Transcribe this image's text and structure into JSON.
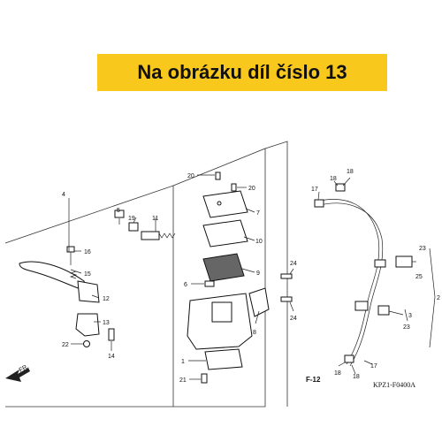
{
  "banner": {
    "text": "Na obrázku díl číslo 13",
    "color": "#f8c81c"
  },
  "diagram_code": "KPZ1-F0400A",
  "front_marker": "FR.",
  "frame_ref": "F-12",
  "callouts": {
    "c1": "1",
    "c2": "2",
    "c3": "3",
    "c4": "4",
    "c5": "5",
    "c6": "6",
    "c7": "7",
    "c8": "8",
    "c9": "9",
    "c10": "10",
    "c11": "11",
    "c12": "12",
    "c13": "13",
    "c14": "14",
    "c15": "15",
    "c16": "16",
    "c17a": "17",
    "c17b": "17",
    "c18a": "18",
    "c18b": "18",
    "c18c": "18",
    "c18d": "18",
    "c19": "19",
    "c20a": "20",
    "c20b": "20",
    "c21": "21",
    "c22": "22",
    "c23a": "23",
    "c23b": "23",
    "c24a": "24",
    "c24b": "24",
    "c25": "25"
  }
}
